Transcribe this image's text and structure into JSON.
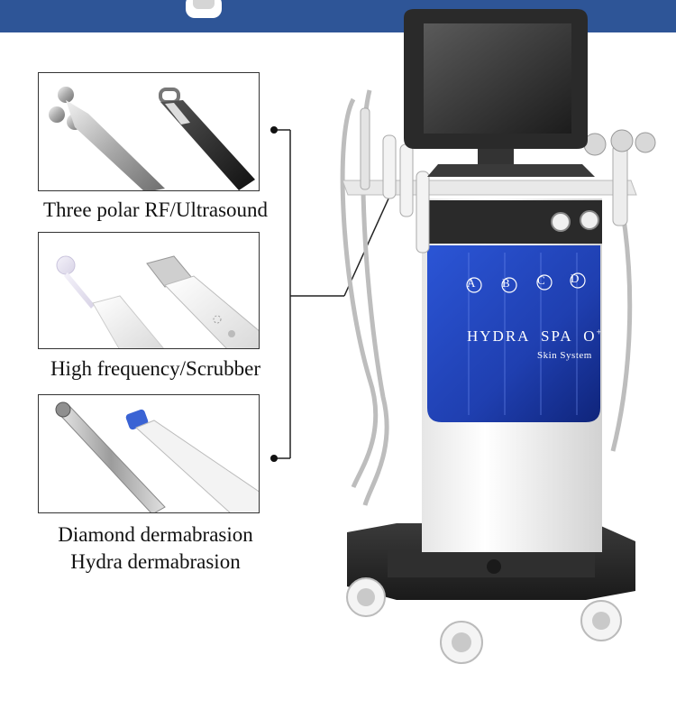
{
  "features": [
    {
      "label": "Three polar RF/Ultrasound"
    },
    {
      "label": "High frequency/Scrubber"
    },
    {
      "label_line1": "Diamond dermabrasion",
      "label_line2": "Hydra dermabrasion"
    }
  ],
  "machine": {
    "brand": "HYDRA  SPA  O",
    "brand_sup": "+",
    "subtitle": "Skin System",
    "bottles": [
      "A",
      "B",
      "C",
      "D"
    ]
  },
  "colors": {
    "header_band": "#2e5597",
    "tank_blue": "#1f3fb0",
    "cart_black": "#2a2a2a"
  }
}
